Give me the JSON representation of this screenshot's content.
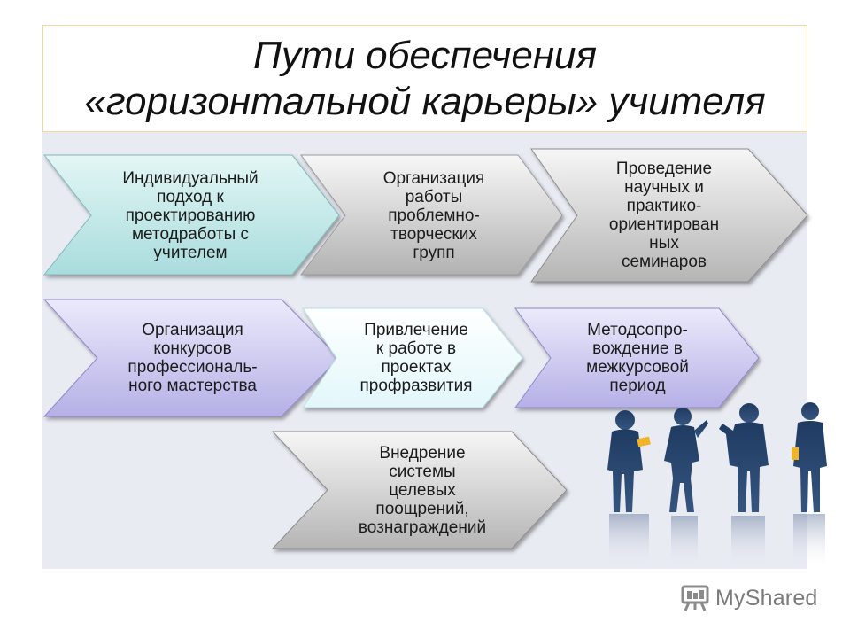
{
  "title": {
    "line1": "Пути обеспечения",
    "line2": "«горизонтальной карьеры» учителя"
  },
  "colors": {
    "teal": "#bde6e6",
    "gray": "#c8c8c8",
    "violet": "#c8c4ee",
    "light_cyan": "#eefbfd",
    "title_border": "#f3d79a"
  },
  "steps": [
    {
      "id": "individual",
      "lines": [
        "Индивидуальный",
        "подход к",
        "проектированию",
        "методработы с",
        "учителем"
      ]
    },
    {
      "id": "groups",
      "lines": [
        "Организация",
        "работы",
        "проблемно-",
        "творческих",
        "групп"
      ]
    },
    {
      "id": "seminars",
      "lines": [
        "Проведение",
        "научных и",
        "практико-",
        "ориентирован",
        "ных",
        "семинаров"
      ]
    },
    {
      "id": "contests",
      "lines": [
        "Организация",
        "конкурсов",
        "профессиональ-",
        "ного мастерства"
      ]
    },
    {
      "id": "projects",
      "lines": [
        "Привлечение",
        "к работе в",
        "проектах",
        "профразвития"
      ]
    },
    {
      "id": "support",
      "lines": [
        "Методсопро-",
        "вождение в",
        "межкурсовой",
        "период"
      ]
    },
    {
      "id": "rewards",
      "lines": [
        "Внедрение",
        "системы",
        "целевых",
        "поощрений,",
        "вознаграждений"
      ]
    }
  ],
  "illustration": {
    "icon": "business-people-silhouettes-icon"
  },
  "watermark": {
    "text": "MyShared",
    "icon": "projector-screen-icon"
  }
}
